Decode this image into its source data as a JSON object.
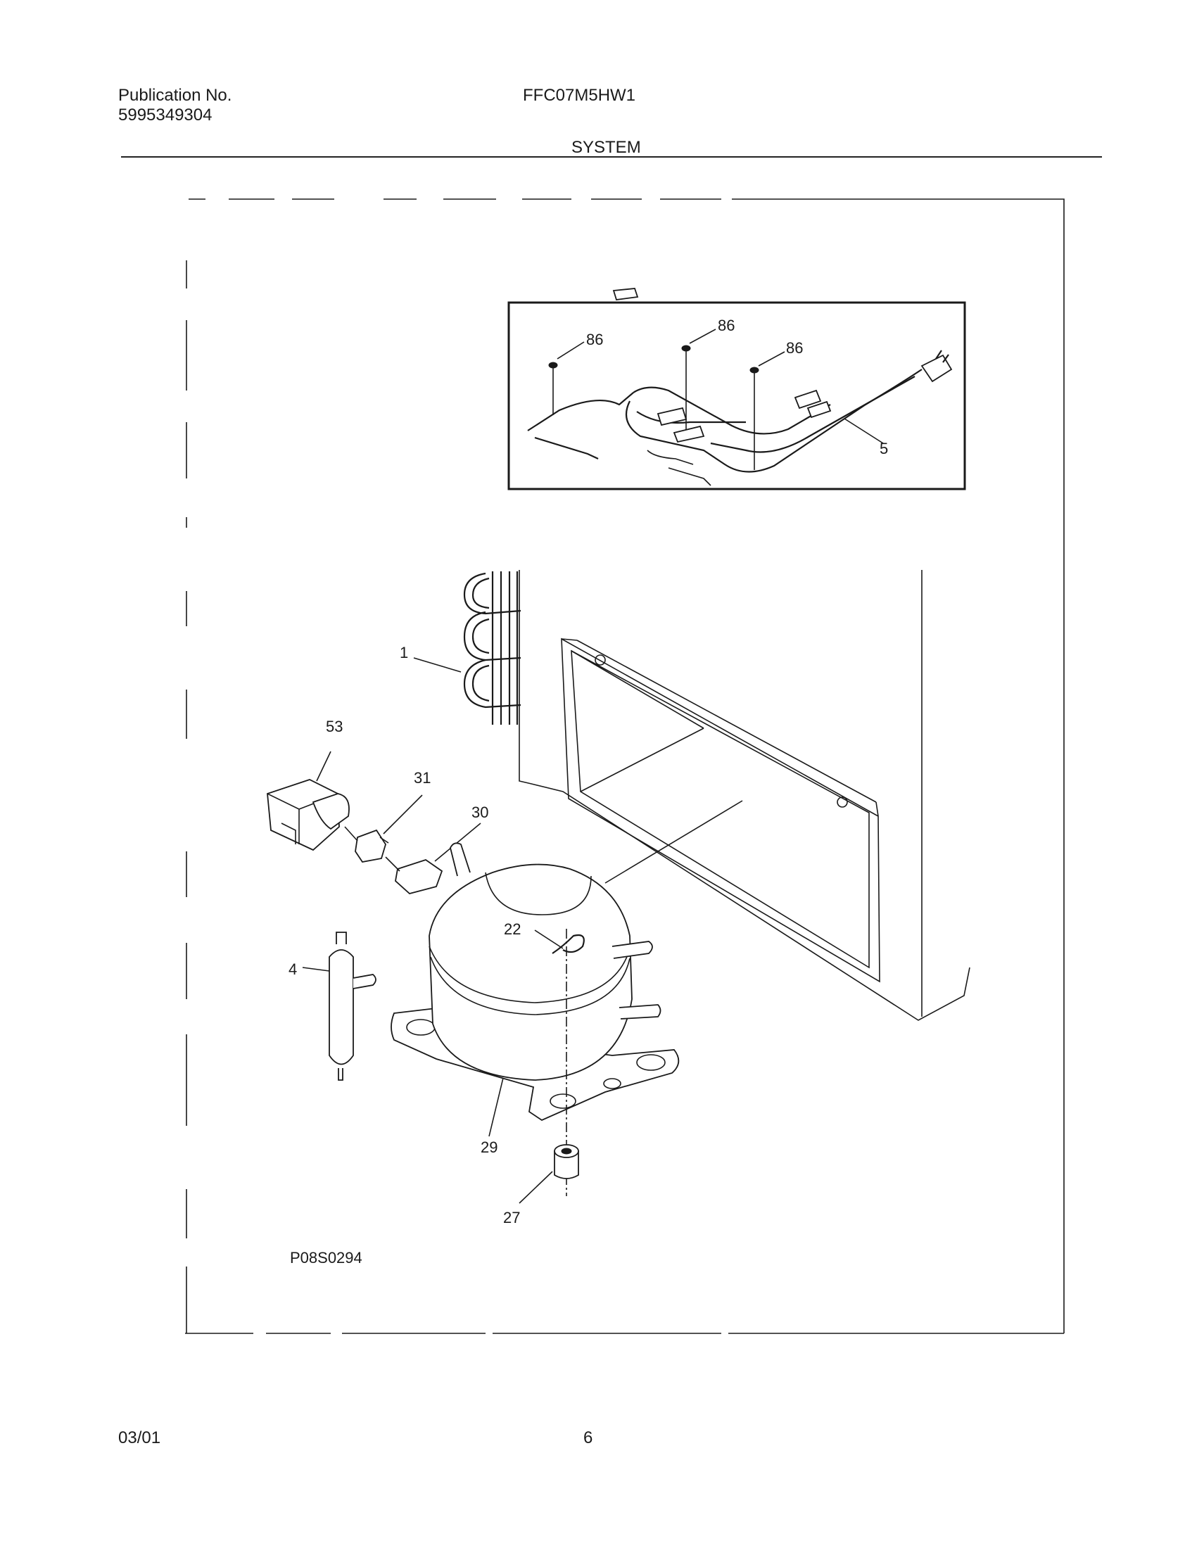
{
  "header": {
    "publication_label": "Publication No.",
    "publication_number": "5995349304",
    "model": "FFC07M5HW1",
    "section_title": "SYSTEM"
  },
  "diagram": {
    "figure_id": "P08S0294",
    "callouts": {
      "c86a": "86",
      "c86b": "86",
      "c86c": "86",
      "c5": "5",
      "c1": "1",
      "c53": "53",
      "c31": "31",
      "c30": "30",
      "c22": "22",
      "c4": "4",
      "c29": "29",
      "c27": "27"
    }
  },
  "footer": {
    "date": "03/01",
    "page_number": "6"
  }
}
